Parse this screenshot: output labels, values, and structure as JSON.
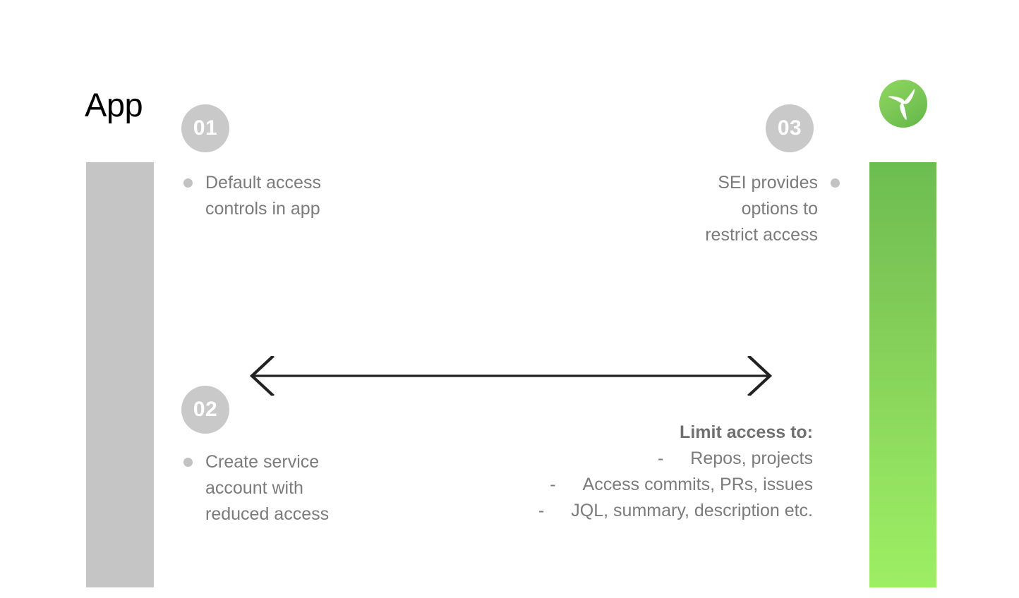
{
  "slide": {
    "title": "App",
    "brand_logo_name": "harness-propeller-logo"
  },
  "colors": {
    "badge_gray": "#c9c9c9",
    "text_gray": "#7b7b7b",
    "bar_gray": "#c5c5c5",
    "green_top": "#6cbd50",
    "green_bottom": "#9cee63",
    "arrow_dark": "#222222",
    "title_black": "#000000"
  },
  "steps": [
    {
      "number": "01",
      "text": "Default access\ncontrols in app",
      "align": "left"
    },
    {
      "number": "02",
      "text": "Create service\naccount with\nreduced access",
      "align": "left"
    },
    {
      "number": "03",
      "text": "SEI provides\noptions to\nrestrict access",
      "align": "right"
    }
  ],
  "limit_access": {
    "heading": "Limit access to:",
    "items": [
      {
        "dash": "-",
        "label": "Repos, projects"
      },
      {
        "dash": "-",
        "label": "Access commits, PRs, issues"
      },
      {
        "dash": "-",
        "label": "JQL, summary, description etc."
      }
    ]
  },
  "arrow": {
    "name": "double-headed-arrow",
    "direction": "bidirectional"
  },
  "bars": {
    "left_label": "app-side-bar",
    "right_label": "sei-side-bar"
  }
}
